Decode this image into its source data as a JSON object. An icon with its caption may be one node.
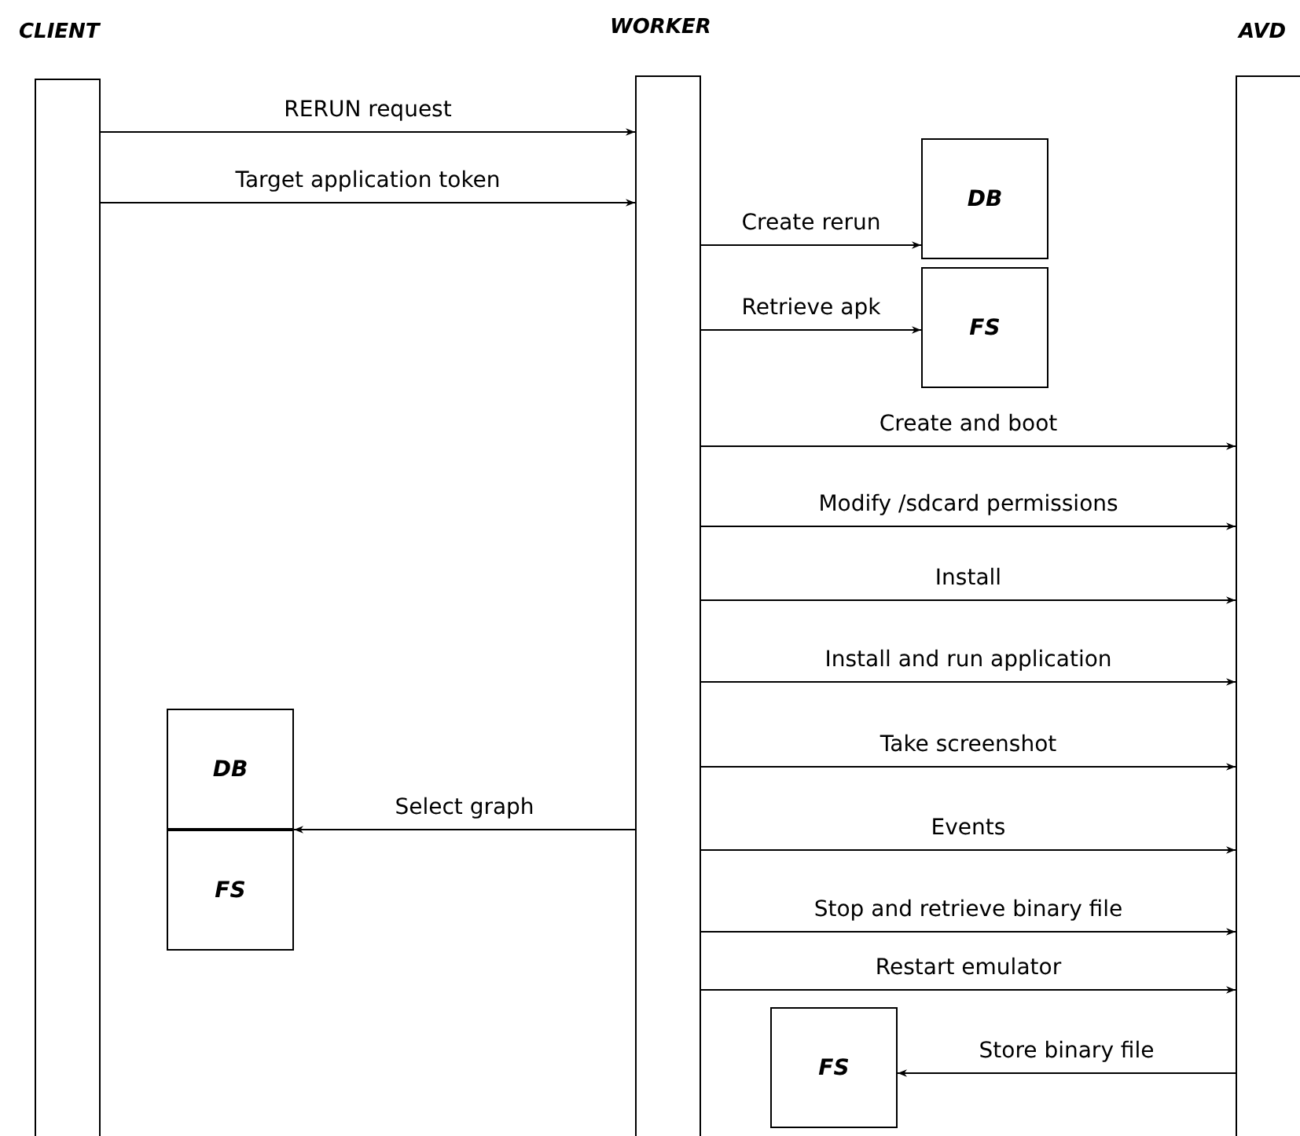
{
  "diagram": {
    "nodes": [
      {
        "text": [
          "CLIENT"
        ]
      },
      {
        "text": [
          "WORKER"
        ]
      },
      {
        "text": [
          "AVD"
        ]
      },
      {
        "text": [
          "DB"
        ]
      },
      {
        "text": [
          "FS"
        ]
      },
      {
        "text": [
          "DB"
        ]
      },
      {
        "text": [
          "FS"
        ]
      },
      {
        "text": [
          "FS"
        ]
      }
    ],
    "edges": [
      {
        "from": 0,
        "to": 1,
        "arrow": "to",
        "label": "RERUN request"
      },
      {
        "from": 0,
        "to": 1,
        "arrow": "to",
        "label": "Target application token"
      },
      {
        "from": 1,
        "to": 3,
        "arrow": "to",
        "label": "Create rerun"
      },
      {
        "from": 1,
        "to": 4,
        "arrow": "to",
        "label": "Retrieve apk"
      },
      {
        "from": 1,
        "to": 2,
        "arrow": "to",
        "label": "Create and boot"
      },
      {
        "from": 1,
        "to": 2,
        "arrow": "to",
        "label": "Modify /sdcard permissions"
      },
      {
        "from": 1,
        "to": 2,
        "arrow": "to",
        "label": "Install"
      },
      {
        "from": 1,
        "to": 2,
        "arrow": "to",
        "label": "Install and run application"
      },
      {
        "from": 1,
        "to": 2,
        "arrow": "to",
        "label": "Take screenshot"
      },
      {
        "from": 1,
        "to": 5,
        "arrow": "to",
        "label": "Select graph"
      },
      {
        "from": 1,
        "to": 2,
        "arrow": "to",
        "label": "Events"
      },
      {
        "from": 1,
        "to": 2,
        "arrow": "to",
        "label": "Stop and retrieve binary file"
      },
      {
        "from": 1,
        "to": 2,
        "arrow": "to",
        "label": "Restart emulator"
      },
      {
        "from": 2,
        "to": 7,
        "arrow": "to",
        "label": "Store binary file"
      }
    ]
  }
}
